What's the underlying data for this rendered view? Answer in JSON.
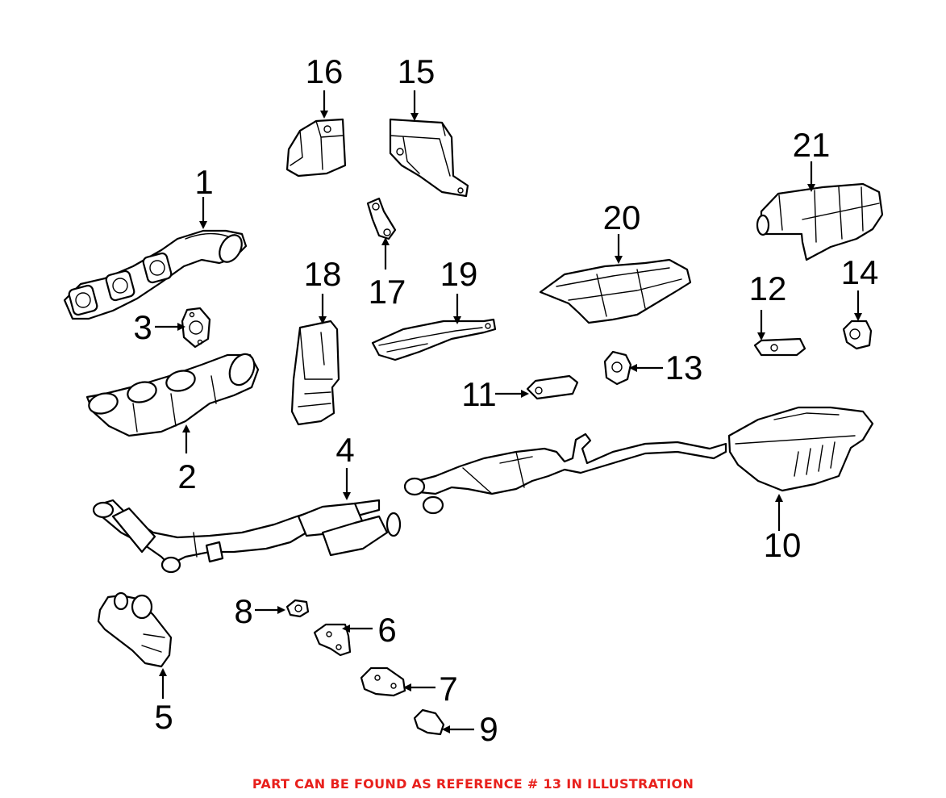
{
  "diagram": {
    "callouts": {
      "c1": "1",
      "c2": "2",
      "c3": "3",
      "c4": "4",
      "c5": "5",
      "c6": "6",
      "c7": "7",
      "c8": "8",
      "c9": "9",
      "c10": "10",
      "c11": "11",
      "c12": "12",
      "c13": "13",
      "c14": "14",
      "c15": "15",
      "c16": "16",
      "c17": "17",
      "c18": "18",
      "c19": "19",
      "c20": "20",
      "c21": "21"
    },
    "highlighted_reference": "13"
  },
  "footer": {
    "note": "PART CAN BE FOUND AS REFERENCE # 13 IN ILLUSTRATION",
    "note_color": "#e8201c"
  }
}
